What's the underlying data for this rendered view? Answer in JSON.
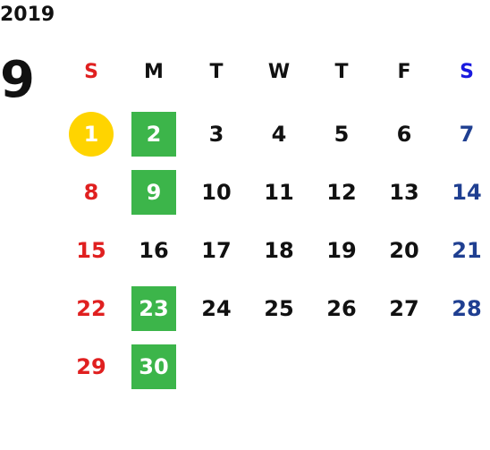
{
  "calendar": {
    "year": "2019",
    "month": "9",
    "weekday_headers": [
      "S",
      "M",
      "T",
      "W",
      "T",
      "F",
      "S"
    ],
    "weeks": [
      [
        {
          "day": "1",
          "mark": "today"
        },
        {
          "day": "2",
          "mark": "green"
        },
        {
          "day": "3",
          "mark": ""
        },
        {
          "day": "4",
          "mark": ""
        },
        {
          "day": "5",
          "mark": ""
        },
        {
          "day": "6",
          "mark": ""
        },
        {
          "day": "7",
          "mark": ""
        }
      ],
      [
        {
          "day": "8",
          "mark": ""
        },
        {
          "day": "9",
          "mark": "green"
        },
        {
          "day": "10",
          "mark": ""
        },
        {
          "day": "11",
          "mark": ""
        },
        {
          "day": "12",
          "mark": ""
        },
        {
          "day": "13",
          "mark": ""
        },
        {
          "day": "14",
          "mark": ""
        }
      ],
      [
        {
          "day": "15",
          "mark": ""
        },
        {
          "day": "16",
          "mark": ""
        },
        {
          "day": "17",
          "mark": ""
        },
        {
          "day": "18",
          "mark": ""
        },
        {
          "day": "19",
          "mark": ""
        },
        {
          "day": "20",
          "mark": ""
        },
        {
          "day": "21",
          "mark": ""
        }
      ],
      [
        {
          "day": "22",
          "mark": ""
        },
        {
          "day": "23",
          "mark": "green"
        },
        {
          "day": "24",
          "mark": ""
        },
        {
          "day": "25",
          "mark": ""
        },
        {
          "day": "26",
          "mark": ""
        },
        {
          "day": "27",
          "mark": ""
        },
        {
          "day": "28",
          "mark": ""
        }
      ],
      [
        {
          "day": "29",
          "mark": ""
        },
        {
          "day": "30",
          "mark": "green"
        }
      ]
    ],
    "colors": {
      "sunday": "#e02020",
      "saturday": "#1f3f91",
      "saturday_header": "#1a1adf",
      "highlight_green": "#3cb54a",
      "today_yellow": "#ffd400"
    }
  }
}
